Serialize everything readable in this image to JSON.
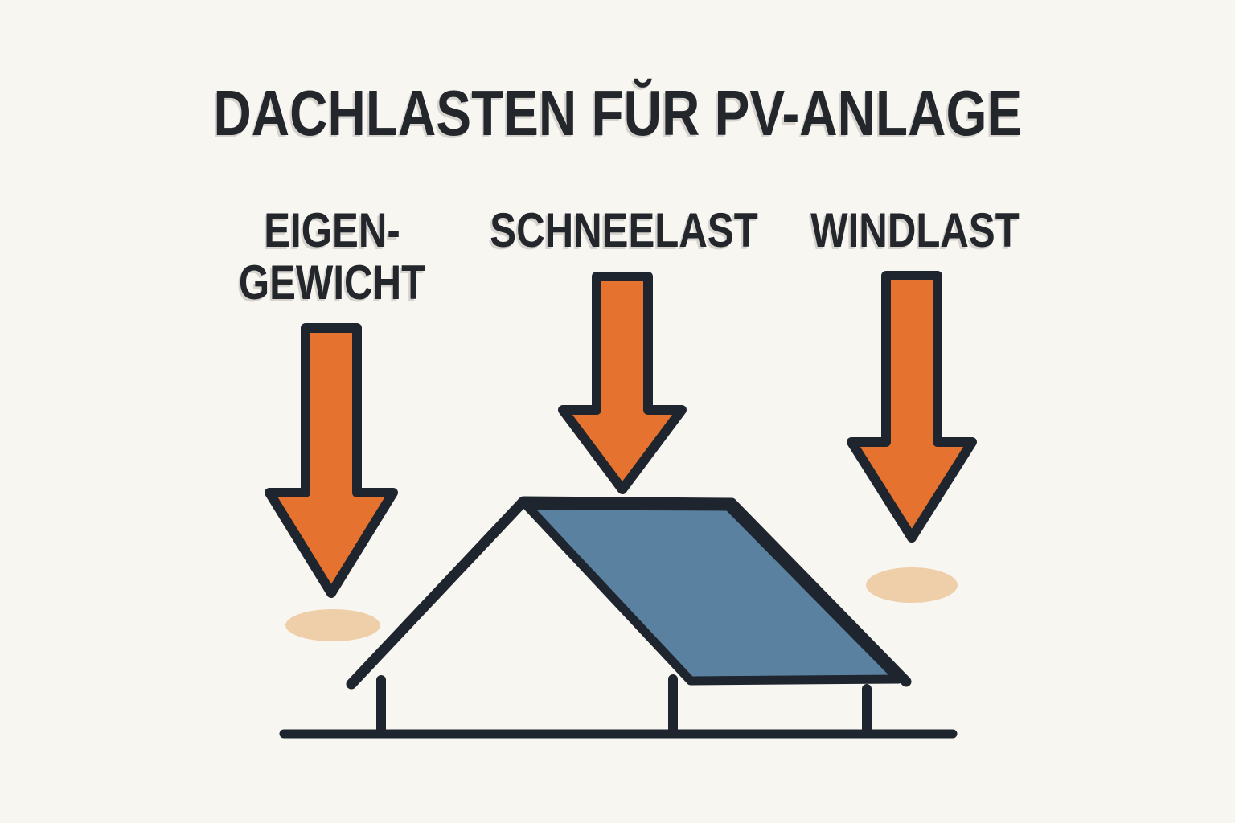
{
  "title": "DACHLASTEN FŬR PV-ANLAGE",
  "labels": {
    "self_weight_line1": "EIGEN-",
    "self_weight_line2": "GEWICHT",
    "snow_load": "SCHNEELAST",
    "wind_load": "WINDLAST"
  },
  "icons": {
    "self_weight_arrow": "down-arrow",
    "snow_load_arrow": "down-arrow",
    "wind_load_arrow": "down-arrow",
    "house": "house-gable-outline",
    "pv_panel": "solar-panel-parallelogram"
  },
  "colors": {
    "background": "#f8f6f1",
    "ink": "#1e252e",
    "text": "#23262b",
    "arrow_orange": "#e5732f",
    "panel_blue": "#5b81a0",
    "shadow_tan": "#eecfaa"
  }
}
